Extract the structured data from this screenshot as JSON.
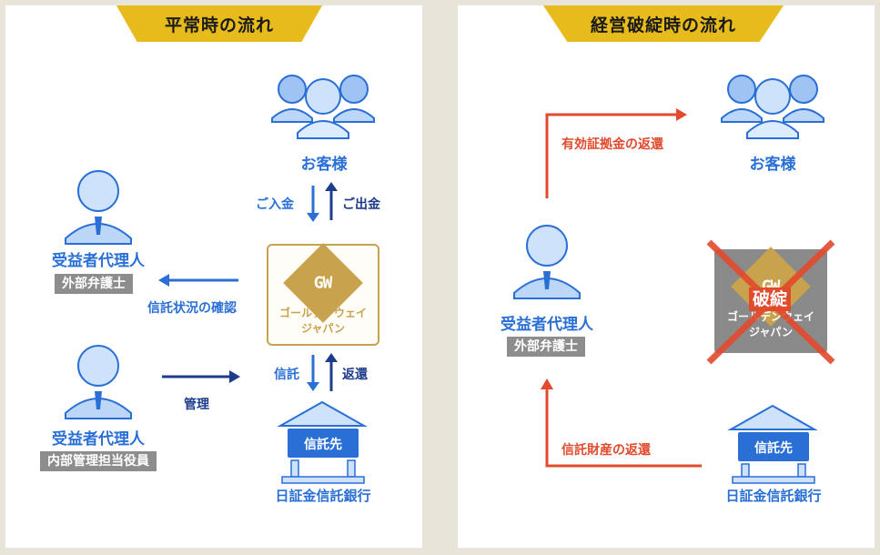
{
  "left_panel": {
    "title": "平常時の流れ",
    "customer_label": "お客様",
    "deposit_label": "ご入金",
    "withdraw_label": "ご出金",
    "company_name_line1": "ゴールデンウェイ",
    "company_name_line2": "ジャパン",
    "company_logo_text": "GW",
    "agent_top_title": "受益者代理人",
    "agent_top_badge": "外部弁護士",
    "trust_check_label": "信託状況の確認",
    "agent_bottom_title": "受益者代理人",
    "agent_bottom_badge": "内部管理担当役員",
    "manage_label": "管理",
    "trust_label": "信託",
    "return_label": "返還",
    "bank_sign": "信託先",
    "bank_name": "日証金信託銀行"
  },
  "right_panel": {
    "title": "経営破綻時の流れ",
    "customer_label": "お客様",
    "margin_return_label": "有効証拠金の返還",
    "agent_title": "受益者代理人",
    "agent_badge": "外部弁護士",
    "failure_label": "破綻",
    "company_name_line1": "ゴールデンウェイ",
    "company_name_line2": "ジャパン",
    "company_logo_text": "GW",
    "trust_property_return_label": "信託財産の返還",
    "bank_sign": "信託先",
    "bank_name": "日証金信託銀行"
  },
  "colors": {
    "background": "#e9e4d9",
    "tab_yellow": "#e6bb1b",
    "blue_text": "#2a6fd6",
    "dark_blue_arrow": "#1e3c8c",
    "red": "#e24a2d",
    "gold": "#c8a24c",
    "gray_badge": "#8d8d8d"
  },
  "icons": [
    "customer-group-icon",
    "person-icon",
    "bank-building-icon",
    "gw-logo-icon",
    "cross-mark-icon"
  ]
}
